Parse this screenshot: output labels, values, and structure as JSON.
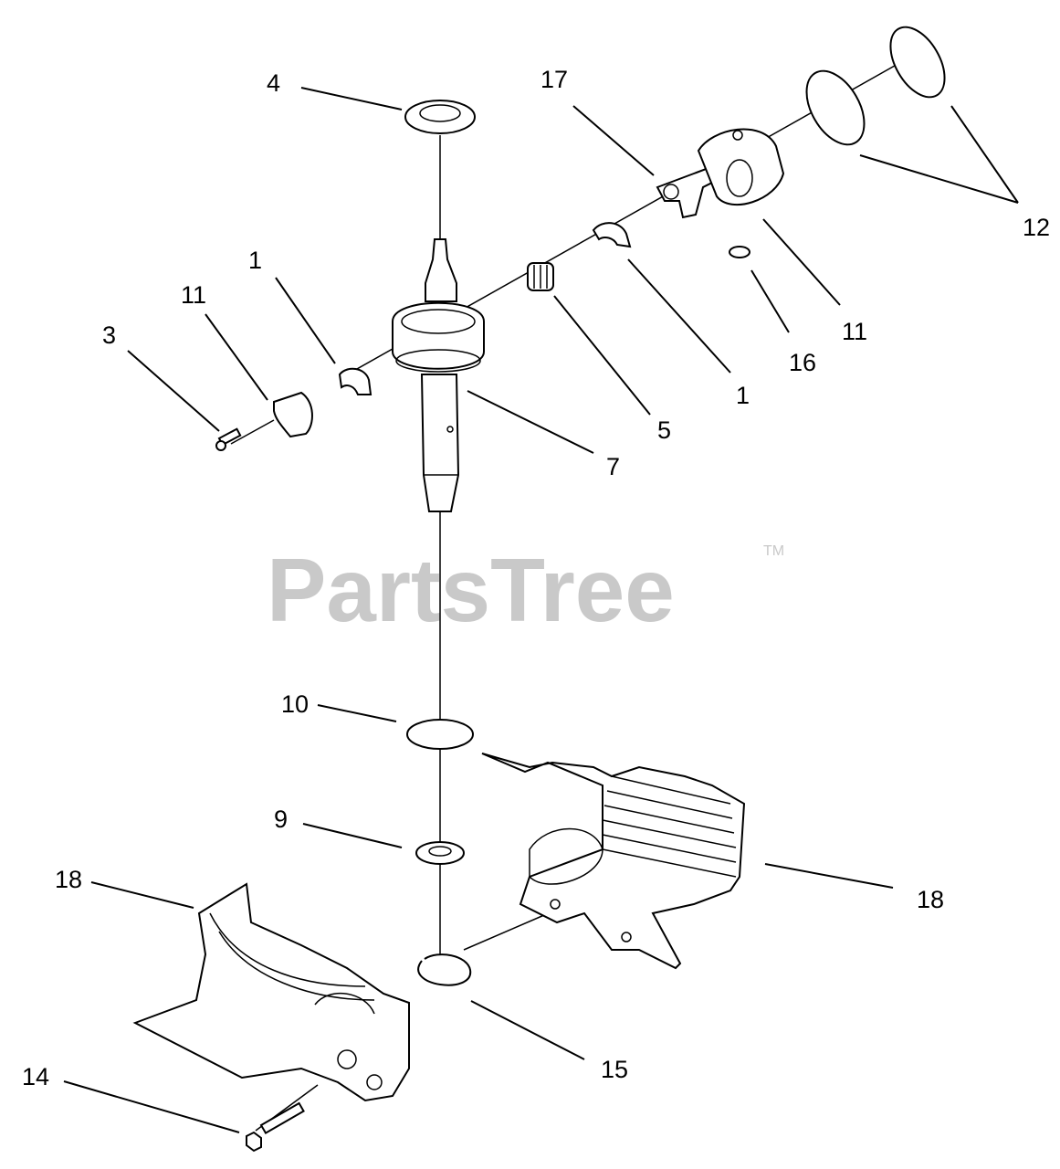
{
  "watermark": {
    "text": "PartsTree",
    "trademark": "TM"
  },
  "callouts": {
    "c4": "4",
    "c17": "17",
    "c12": "12",
    "c1a": "1",
    "c11a": "11",
    "c3": "3",
    "c11b": "11",
    "c16": "16",
    "c1b": "1",
    "c5": "5",
    "c7": "7",
    "c10": "10",
    "c9": "9",
    "c18a": "18",
    "c18b": "18",
    "c15": "15",
    "c14": "14"
  }
}
